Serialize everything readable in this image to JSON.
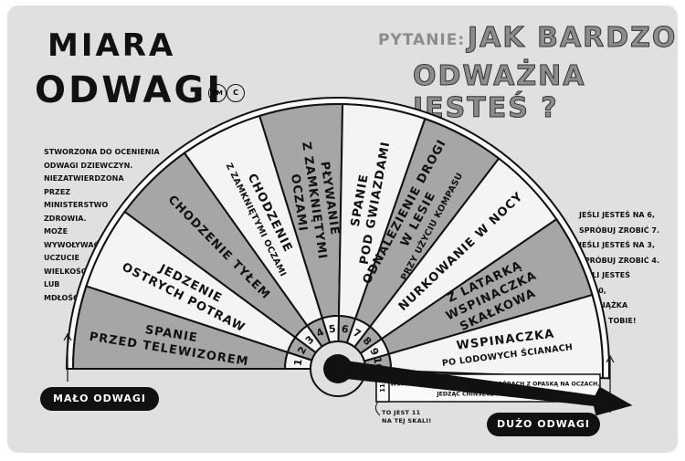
{
  "title": {
    "line1": "MIARA",
    "line2": "ODWAGI",
    "marks": [
      "TM",
      "C"
    ]
  },
  "question": {
    "label": "PYTANIE:",
    "line1": "JAK BARDZO",
    "line2": "ODWAŻNA JESTEŚ ?"
  },
  "left_note": [
    "STWORZONA DO OCENIENIA",
    "ODWAGI DZIEWCZYN.",
    "NIEZATWIERDZONA",
    "PRZEZ",
    "MINISTERSTWO",
    "ZDROWIA.",
    "MOŻE",
    "WYWOŁYWAĆ",
    "UCZUCIE",
    "WIELKOŚCI",
    "LUB",
    "MDŁOŚCI."
  ],
  "right_note": [
    "JEŚLI JESTEŚ NA 6,",
    "SPRÓBUJ ZROBIĆ 7.",
    "JEŚLI JESTEŚ NA 3,",
    "SPRÓBUJ ZROBIĆ 4.",
    "JEŚLI JESTEŚ",
    "NA 10,",
    "TA KSIĄŻKA",
    "JEST O TOBIE!"
  ],
  "scale_labels": {
    "low": "MAŁO ODWAGI",
    "high": "DUŻO ODWAGI"
  },
  "segments": [
    {
      "number": "1",
      "lines": [
        "SPANIE",
        "PRZED TELEWIZOREM"
      ],
      "color": "#a6a6a6"
    },
    {
      "number": "2",
      "lines": [
        "JEDZENIE",
        "OSTRYCH POTRAW"
      ],
      "color": "#f4f4f4"
    },
    {
      "number": "3",
      "lines": [
        "CHODZENIE TYŁEM"
      ],
      "color": "#a6a6a6"
    },
    {
      "number": "4",
      "lines": [
        "CHODZENIE",
        "Z ZAMKNIĘTYMI OCZAMI"
      ],
      "color": "#f4f4f4"
    },
    {
      "number": "5",
      "lines": [
        "PŁYWANIE",
        "Z ZAMKNIĘTYMI",
        "OCZAMI"
      ],
      "color": "#a6a6a6"
    },
    {
      "number": "6",
      "lines": [
        "SPANIE",
        "POD GWIAZDAMI"
      ],
      "color": "#f4f4f4"
    },
    {
      "number": "7",
      "lines": [
        "ODNALEZIENIE DROGI",
        "W LESIE",
        "PRZY UŻYCIU KOMPASU"
      ],
      "color": "#a6a6a6"
    },
    {
      "number": "8",
      "lines": [
        "NURKOWANIE W NOCY"
      ],
      "color": "#f4f4f4"
    },
    {
      "number": "9",
      "lines": [
        "Z LATARKĄ",
        "WSPINACZKA",
        "SKAŁKOWA"
      ],
      "color": "#a6a6a6"
    },
    {
      "number": "10",
      "lines": [
        "WSPINACZKA",
        "PO LODOWYCH ŚCIANACH"
      ],
      "color": "#f4f4f4"
    }
  ],
  "bonus": {
    "number": "11",
    "text_line1": "WSPINACZKA PO ZAŚNIEŻONYCH GÓRACH Z OPASKĄ NA OCZACH,",
    "text_line2": "JEDZĄC CHIŃSZCZYZNĘ PAŁECZKAMI",
    "annotation_line1": "TO JEST 11",
    "annotation_line2": "NA TEJ SKALI!"
  },
  "needle_value": 10.5,
  "colors": {
    "background": "#e0e0e0",
    "ink": "#111111",
    "grey_segment": "#a6a6a6",
    "light_segment": "#f4f4f4",
    "question_grey": "#8c8c8c"
  }
}
